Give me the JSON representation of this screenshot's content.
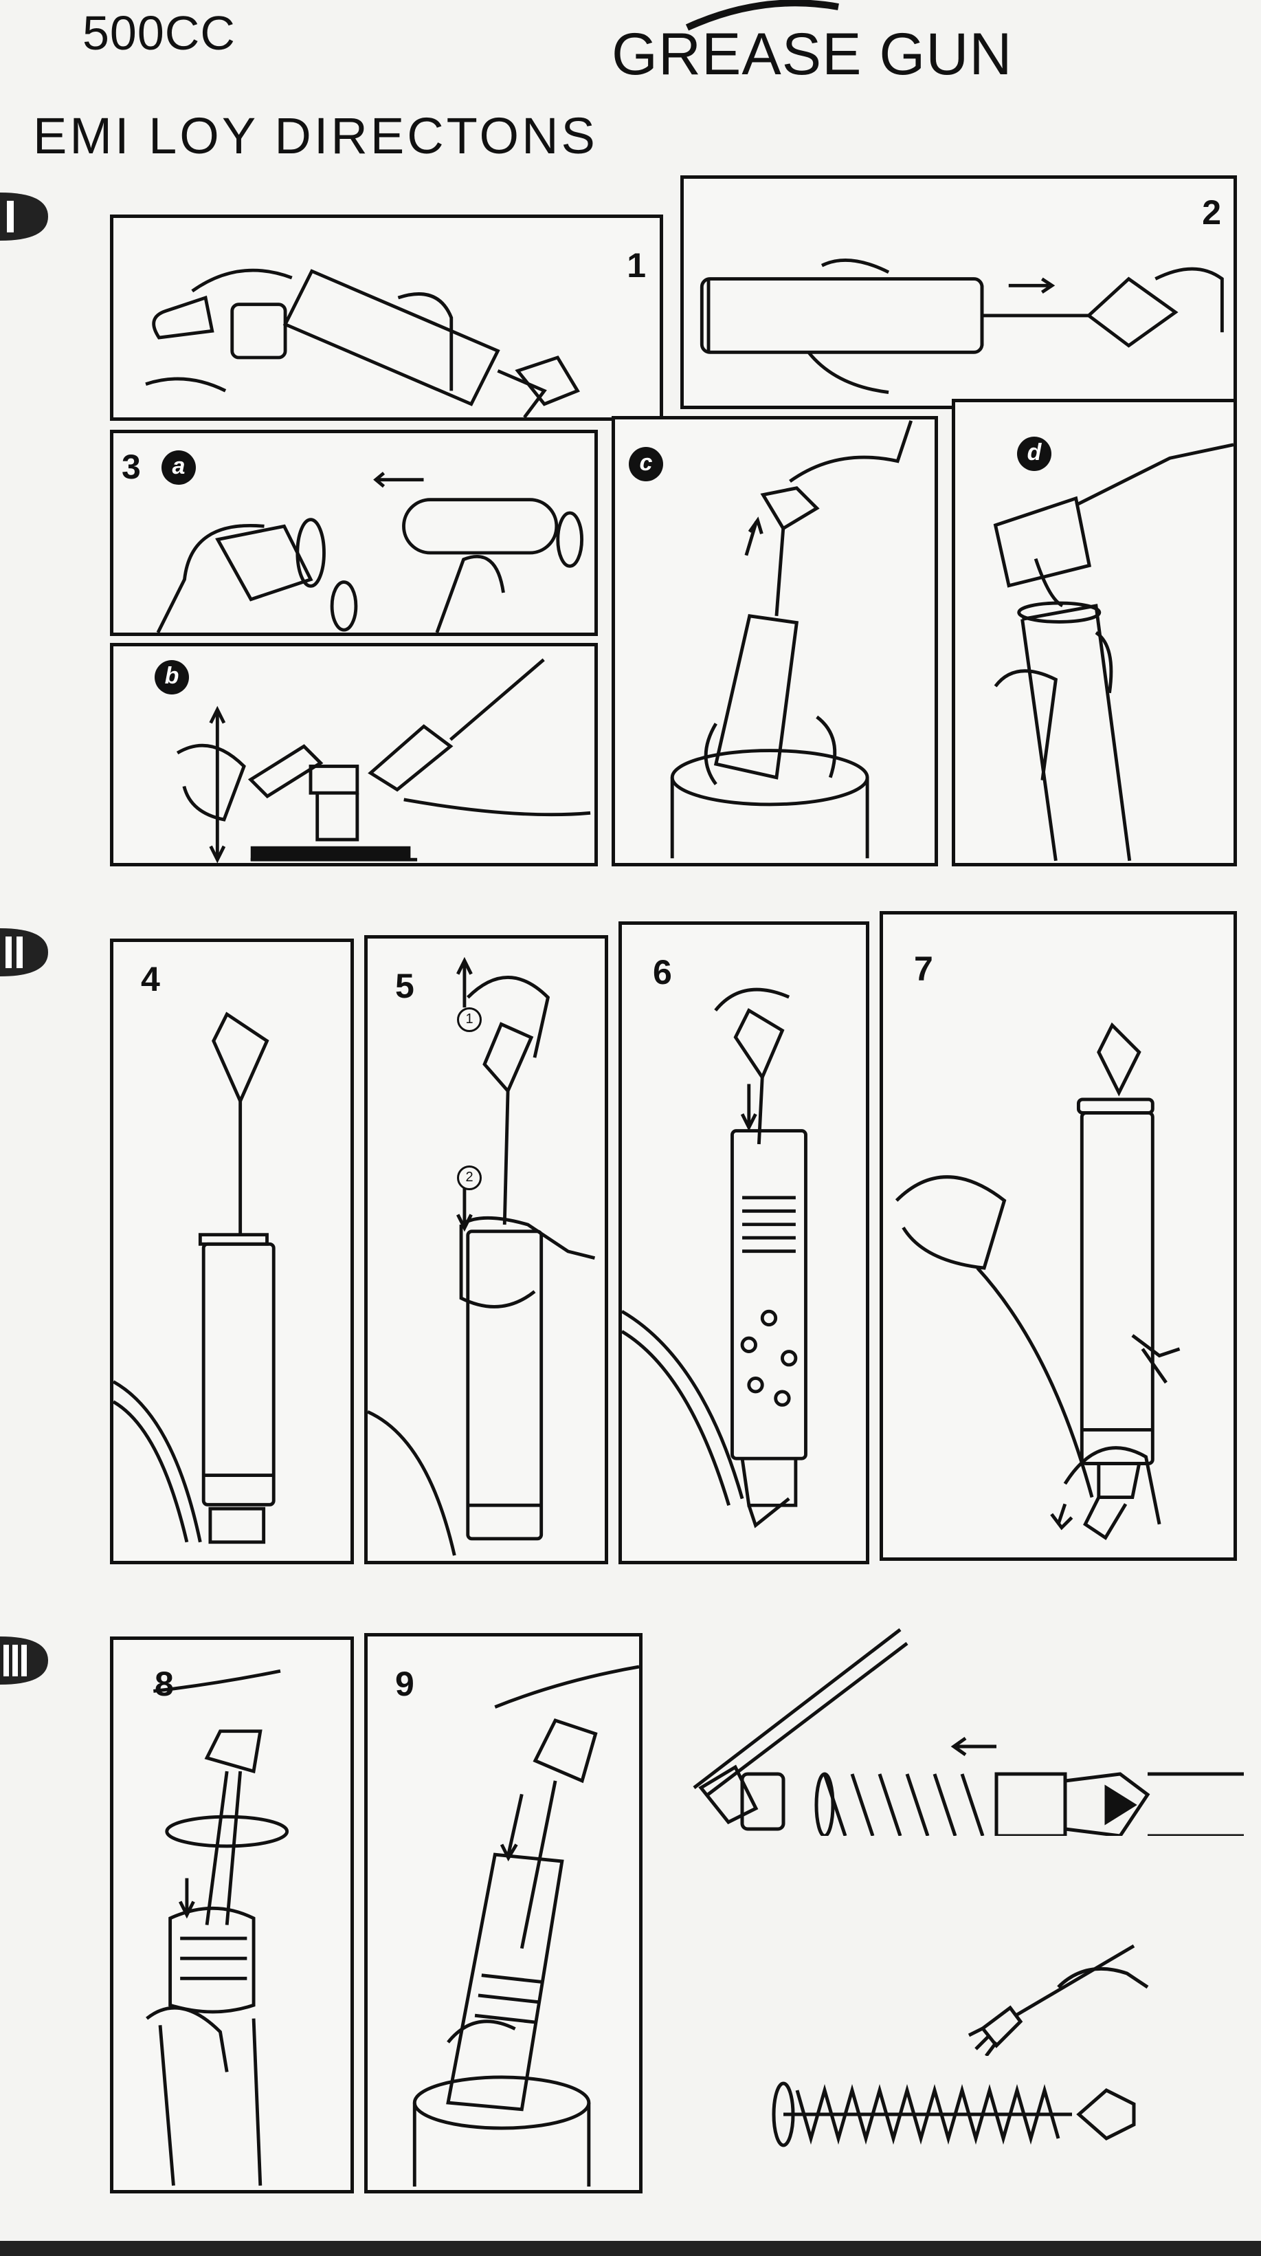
{
  "header": {
    "model": "500CC",
    "title": "GREASE GUN",
    "subtitle": "EMI LOY DIRECTONS"
  },
  "sections": [
    "I",
    "II",
    "III"
  ],
  "steps": {
    "s1": "1",
    "s2": "2",
    "s3": "3",
    "s3a": "a",
    "s3b": "b",
    "s3c": "c",
    "s3d": "d",
    "s4": "4",
    "s5": "5",
    "s6": "6",
    "s7": "7",
    "s8": "8",
    "s9": "9"
  },
  "step5_markers": {
    "m1": "1",
    "m2": "2"
  },
  "colors": {
    "ink": "#111111",
    "paper": "#f4f4f2"
  }
}
